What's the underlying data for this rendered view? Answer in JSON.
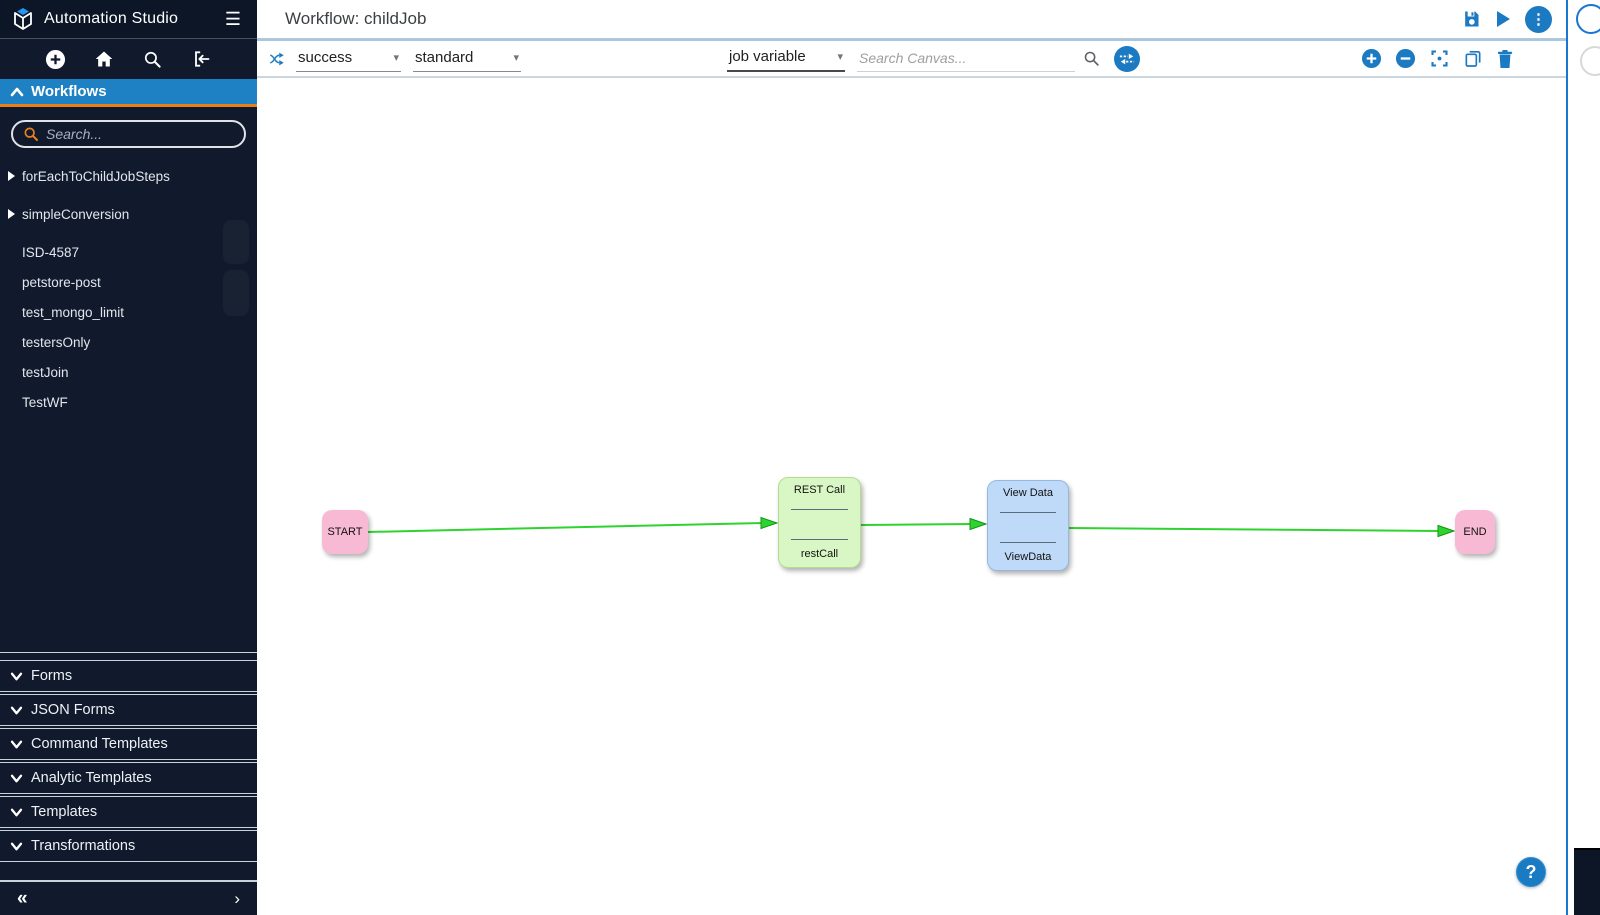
{
  "app": {
    "title": "Automation Studio"
  },
  "header": {
    "title": "Workflow: childJob"
  },
  "toolbar": {
    "transition_type": "success",
    "edge_style": "standard",
    "variable_scope": "job variable",
    "canvas_search_placeholder": "Search Canvas..."
  },
  "sidebar": {
    "workflows_label": "Workflows",
    "search_placeholder": "Search...",
    "items": [
      {
        "label": "forEachToChildJobSteps",
        "expandable": true
      },
      {
        "label": "simpleConversion",
        "expandable": true
      },
      {
        "label": "ISD-4587",
        "expandable": false
      },
      {
        "label": "petstore-post",
        "expandable": false
      },
      {
        "label": "test_mongo_limit",
        "expandable": false
      },
      {
        "label": "testersOnly",
        "expandable": false
      },
      {
        "label": "testJoin",
        "expandable": false
      },
      {
        "label": "TestWF",
        "expandable": false
      }
    ],
    "sections": [
      "Forms",
      "JSON Forms",
      "Command Templates",
      "Analytic Templates",
      "Templates",
      "Transformations"
    ]
  },
  "canvas": {
    "nodes": [
      {
        "id": "start",
        "label": "START",
        "type": "start"
      },
      {
        "id": "restCall",
        "title": "REST Call",
        "name": "restCall",
        "type": "task"
      },
      {
        "id": "viewData",
        "title": "View Data",
        "name": "ViewData",
        "type": "task"
      },
      {
        "id": "end",
        "label": "END",
        "type": "end"
      }
    ],
    "edges": [
      {
        "from": "start",
        "to": "restCall",
        "color": "#2fd32f"
      },
      {
        "from": "restCall",
        "to": "viewData",
        "color": "#2fd32f"
      },
      {
        "from": "viewData",
        "to": "end",
        "color": "#2fd32f"
      }
    ]
  },
  "icons": {
    "menu": "☰",
    "more": "⋮",
    "dropdown_arrow": "▾",
    "collapse_double": "«",
    "chevron_right": "›",
    "help": "?"
  },
  "colors": {
    "sidebar_bg": "#101a2c",
    "workflows_header": "#1d81c4",
    "accent_orange": "#e97e1d",
    "accent_blue": "#1c7ac2",
    "node_pink": "#f7b9d4",
    "node_green": "#d9f7c4",
    "node_blue": "#bedaf8",
    "edge_green": "#2fd32f"
  }
}
